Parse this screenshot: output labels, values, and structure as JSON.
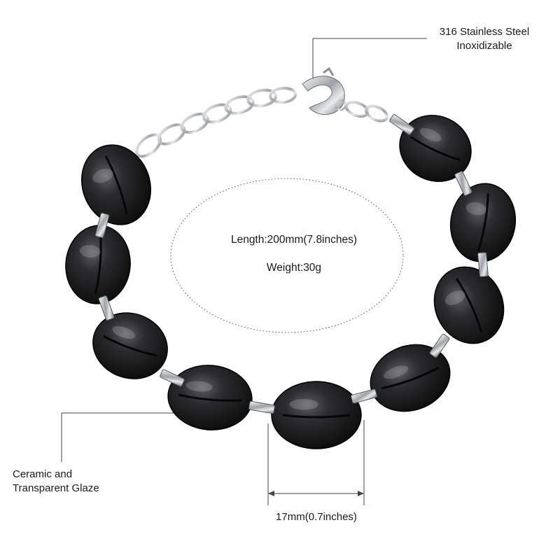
{
  "callouts": {
    "material_steel": [
      "316 Stainless Steel",
      "Inoxidizable"
    ],
    "material_ceramic": [
      "Ceramic and",
      "Transparent Glaze"
    ]
  },
  "specs": {
    "length": "Length:200mm(7.8inches)",
    "weight": "Weight:30g",
    "width": "17mm(0.7inches)"
  },
  "colors": {
    "ceramic": "#1c1c1e",
    "steel": "#c9ccd0",
    "lines": "#444444",
    "background": "#ffffff"
  }
}
